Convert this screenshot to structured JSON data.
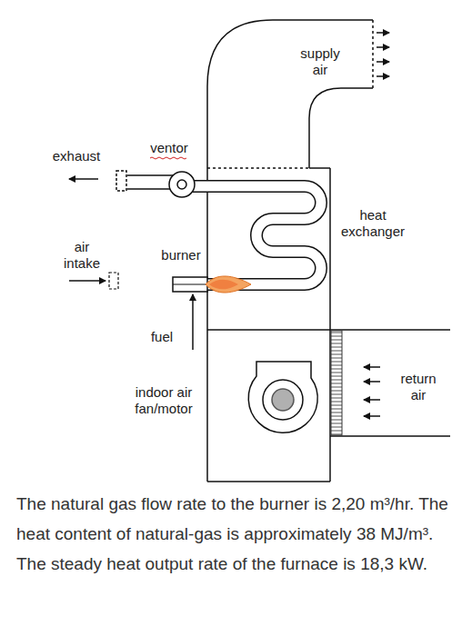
{
  "diagram": {
    "caption": "The natural gas flow rate to the burner is 2,20 m³/hr. The heat content of natural-gas is approximately 38 MJ/m³. The steady heat output rate of the furnace is 18,3 kW.",
    "labels": [
      "supply air",
      "exhaust",
      "ventor",
      "heat exchanger",
      "air intake",
      "burner",
      "fuel",
      "return air",
      "indoor air fan/motor"
    ]
  }
}
